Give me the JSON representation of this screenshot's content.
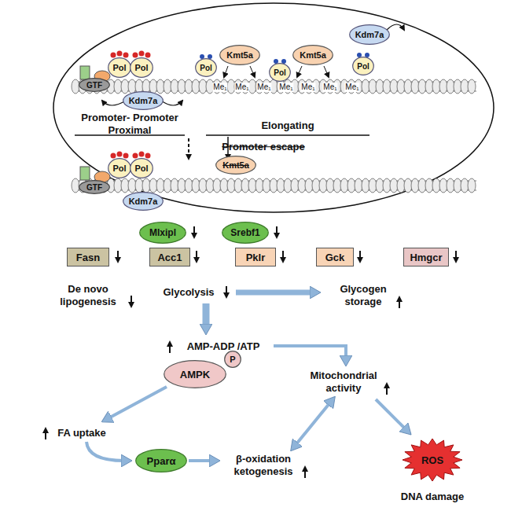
{
  "diagram": {
    "nodes": [
      {
        "text": [
          "GTF"
        ]
      },
      {
        "text": [
          "Pol"
        ]
      },
      {
        "text": [
          "Pol"
        ]
      },
      {
        "text": [
          "Kdm7a"
        ]
      },
      {
        "text": [
          "Pol"
        ]
      },
      {
        "text": [
          "Kmt5a"
        ]
      },
      {
        "text": [
          "Pol"
        ]
      },
      {
        "text": [
          "Kmt5a"
        ]
      },
      {
        "text": [
          "Kdm7a"
        ]
      },
      {
        "text": [
          "Pol"
        ]
      },
      {
        "text": [
          "GTF"
        ]
      },
      {
        "text": [
          "Pol"
        ]
      },
      {
        "text": [
          "Pol"
        ]
      },
      {
        "text": [
          "Kdm7a"
        ]
      },
      {
        "text": [
          "Kmt5a"
        ]
      },
      {
        "text": [
          "Mlxipl"
        ]
      },
      {
        "text": [
          "Srebf1"
        ]
      },
      {
        "text": [
          "Fasn"
        ]
      },
      {
        "text": [
          "Acc1"
        ]
      },
      {
        "text": [
          "Pklr"
        ]
      },
      {
        "text": [
          "Gck"
        ]
      },
      {
        "text": [
          "Hmgcr"
        ]
      },
      {
        "text": [
          "AMPK"
        ]
      },
      {
        "text": [
          "P"
        ]
      },
      {
        "text": [
          "Pparα"
        ]
      },
      {
        "text": [
          "ROS"
        ]
      }
    ],
    "labels": [
      "Me₁",
      "Me₁",
      "Me₁",
      "Me₁",
      "Me₁",
      "Me₁",
      "Me₁",
      "Promoter- Promoter Proximal",
      "Elongating",
      "Promoter escape",
      "De novo lipogenesis",
      "Glycolysis",
      "Glycogen storage",
      "AMP-ADP /ATP",
      "FA uptake",
      "β-oxidation ketogenesis",
      "Mitochondrial activity",
      "DNA damage"
    ]
  }
}
